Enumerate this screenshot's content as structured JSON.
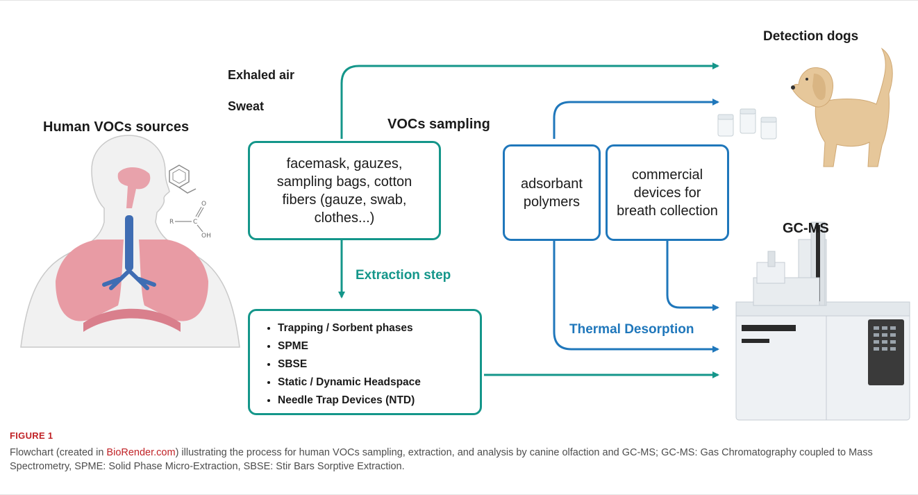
{
  "figure": {
    "sources_title": "Human VOCs sources",
    "exhaled_air": "Exhaled air",
    "sweat": "Sweat",
    "sampling_title": "VOCs sampling",
    "box_fabric": "facemask, gauzes, sampling bags, cotton fibers (gauze, swab, clothes...)",
    "box_adsorbant": "adsorbant polymers",
    "box_commercial": "commercial devices for breath collection",
    "extraction_label": "Extraction step",
    "extraction_methods": [
      "Trapping / Sorbent phases",
      "SPME",
      "SBSE",
      "Static / Dynamic Headspace",
      "Needle Trap Devices (NTD)"
    ],
    "thermal_label": "Thermal Desorption",
    "dogs_title": "Detection dogs",
    "gcms_title": "GC-MS",
    "colors": {
      "teal": "#14968a",
      "blue": "#1f77bb",
      "caption_accent": "#c02226"
    },
    "icons": [
      "human-respiratory-illustration",
      "benzene-ring-icon",
      "carboxylic-acid-icon",
      "sample-jar-icon",
      "dog-icon",
      "gc-ms-instrument-icon"
    ]
  },
  "caption": {
    "title": "FIGURE 1",
    "text_before_link": "Flowchart (created in ",
    "link_text": "BioRender.com",
    "text_after_link": ") illustrating the process for human VOCs sampling, extraction, and analysis by canine olfaction and GC-MS; GC-MS: Gas Chromatography coupled to Mass Spectrometry, SPME: Solid Phase Micro-Extraction, SBSE: Stir Bars Sorptive Extraction."
  }
}
